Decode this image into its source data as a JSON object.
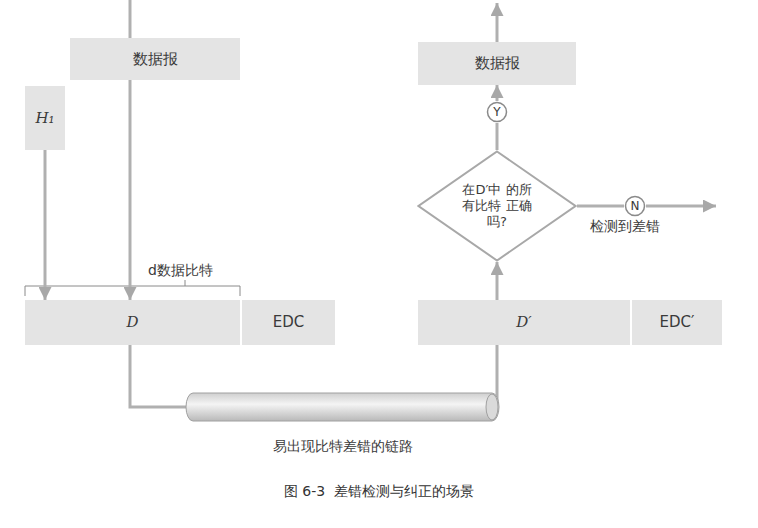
{
  "diagram": {
    "caption": "图 6-3  差错检测与纠正的场景",
    "nodes": [
      {
        "text": [
          "数据报"
        ]
      },
      {
        "text": [
          "H₁"
        ]
      },
      {
        "text": [
          "D"
        ]
      },
      {
        "text": [
          "EDC"
        ]
      },
      {
        "text": [
          "易出现比特差错的链路"
        ]
      },
      {
        "text": [
          "D′"
        ]
      },
      {
        "text": [
          "EDC′"
        ]
      },
      {
        "text": [
          "在D′中 的所有比特 正确吗?"
        ]
      },
      {
        "text": [
          "Y"
        ]
      },
      {
        "text": [
          "数据报"
        ]
      },
      {
        "text": [
          "N"
        ]
      }
    ],
    "edges": [
      {
        "from": 0,
        "to": 2,
        "arrow": "to"
      },
      {
        "from": 1,
        "to": 2,
        "arrow": "to"
      },
      {
        "from": 2,
        "to": 4,
        "arrow": "none"
      },
      {
        "from": 4,
        "to": 5,
        "arrow": "none"
      },
      {
        "from": 5,
        "to": 7,
        "arrow": "to"
      },
      {
        "from": 7,
        "to": 8,
        "arrow": "none"
      },
      {
        "from": 8,
        "to": 9,
        "arrow": "to"
      },
      {
        "from": 7,
        "to": 10,
        "arrow": "none"
      }
    ],
    "labels": [
      "d数据比特",
      "检测到差错"
    ]
  }
}
